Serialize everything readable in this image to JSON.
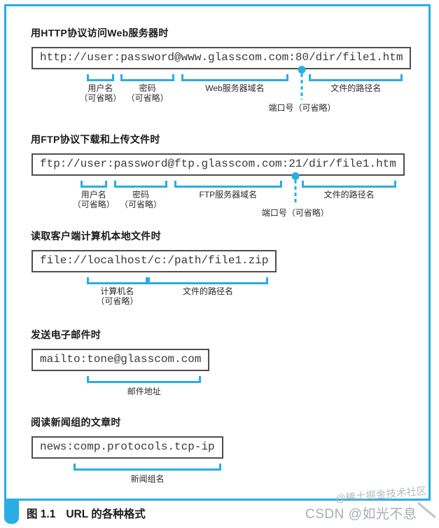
{
  "figure_caption": {
    "prefix": "图 1.1",
    "title": "URL 的各种格式"
  },
  "watermarks": {
    "primary": "CSDN @如光不息",
    "secondary": "@稀土掘金技术社区"
  },
  "colors": {
    "accent": "#29ADE3",
    "box_border": "#4F4F4F",
    "heading_text": "#1A1A1A",
    "url_text": "#3A3A3A",
    "label_text": "#2B2B2B",
    "watermark_gray": "#98A0A6"
  },
  "sections": [
    {
      "heading": "用HTTP协议访问Web服务器时",
      "url": "http://user:password@www.glasscom.com:80/dir/file1.htm",
      "brackets": [
        {
          "label": "用户名",
          "note": "（可省略）"
        },
        {
          "label": "密码",
          "note": "（可省略）"
        },
        {
          "label": "Web服务器域名",
          "note": ""
        },
        {
          "label": "文件的路径名",
          "note": ""
        }
      ],
      "port": {
        "label": "端口号（可省略）"
      }
    },
    {
      "heading": "用FTP协议下载和上传文件时",
      "url": "ftp://user:password@ftp.glasscom.com:21/dir/file1.htm",
      "brackets": [
        {
          "label": "用户名",
          "note": "（可省略）"
        },
        {
          "label": "密码",
          "note": "（可省略）"
        },
        {
          "label": "FTP服务器域名",
          "note": ""
        },
        {
          "label": "文件的路径名",
          "note": ""
        }
      ],
      "port": {
        "label": "端口号（可省略）"
      }
    },
    {
      "heading": "读取客户端计算机本地文件时",
      "url": "file://localhost/c:/path/file1.zip",
      "brackets": [
        {
          "label": "计算机名",
          "note": "（可省略）"
        },
        {
          "label": "文件的路径名",
          "note": ""
        }
      ]
    },
    {
      "heading": "发送电子邮件时",
      "url": "mailto:tone@glasscom.com",
      "brackets": [
        {
          "label": "邮件地址",
          "note": ""
        }
      ]
    },
    {
      "heading": "阅读新闻组的文章时",
      "url": "news:comp.protocols.tcp-ip",
      "brackets": [
        {
          "label": "新闻组名",
          "note": ""
        }
      ]
    }
  ]
}
